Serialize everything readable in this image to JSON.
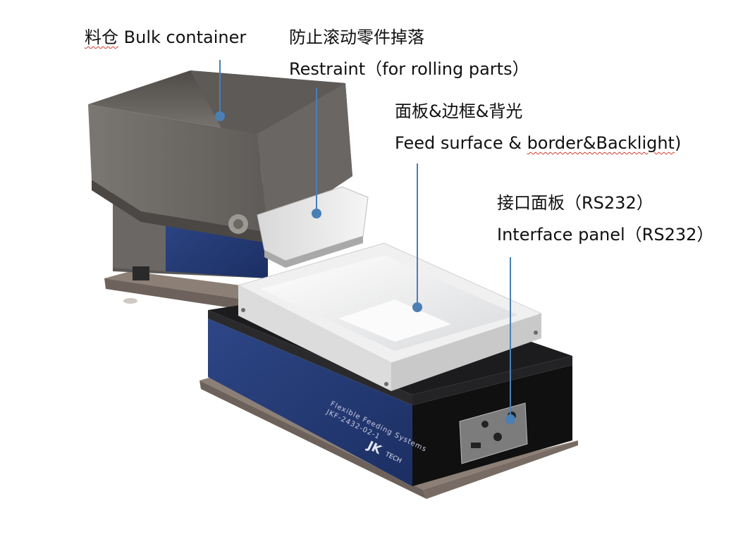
{
  "labels": {
    "bulk_container": {
      "zh": "料仓",
      "en": "Bulk container"
    },
    "restraint": {
      "zh": "防止滚动零件掉落",
      "en": "Restraint（for rolling parts）"
    },
    "feed_surface": {
      "zh": "面板&边框&背光",
      "en_prefix": "Feed surface & ",
      "en_underlined": "border&Backlight",
      "en_suffix": ")"
    },
    "interface_panel": {
      "zh": "接口面板（RS232）",
      "en": "Interface panel（RS232）"
    }
  },
  "device": {
    "side_text_1": "Flexible Feeding Systems",
    "side_text_2": "JKF-2432-02-1",
    "brand": "JK",
    "brand_sub": "TECH"
  },
  "colors": {
    "pointer": "#4a7fb5",
    "hopper": "#6f6c68",
    "blue_panel": "#27407c",
    "frame": "#e8e8e8",
    "base": "#8c7f76"
  }
}
